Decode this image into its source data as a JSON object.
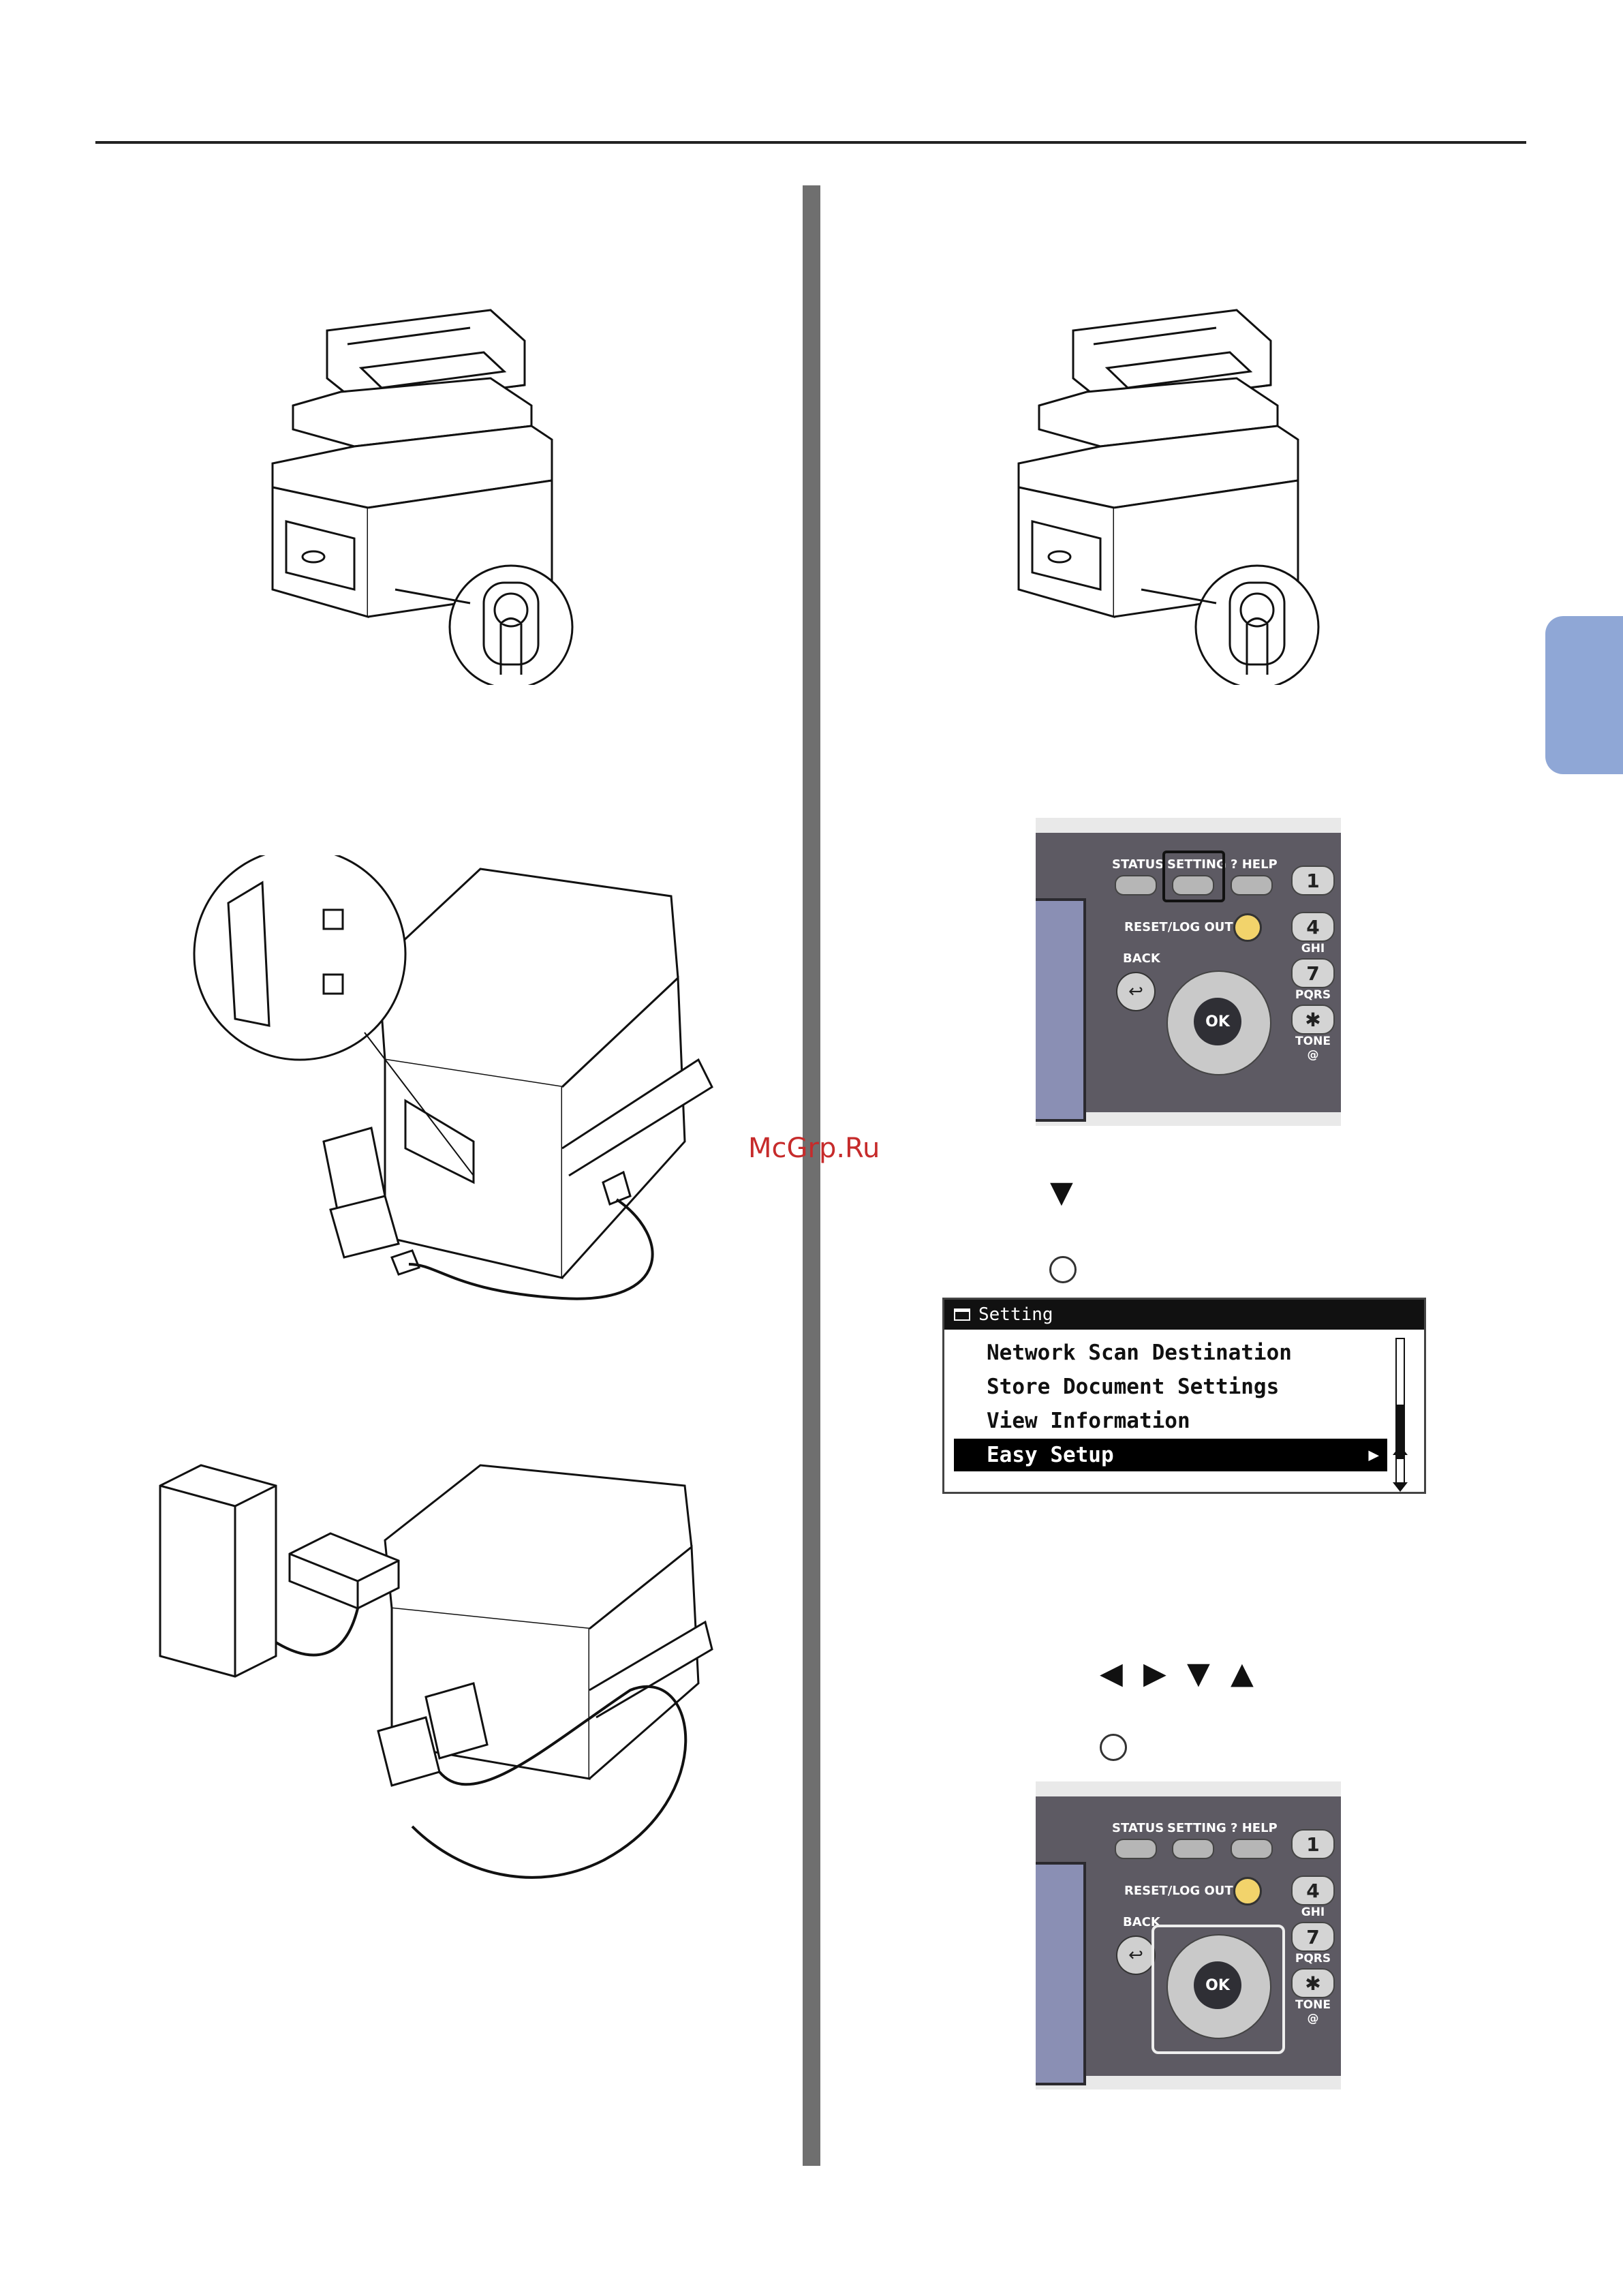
{
  "watermark": "McGrp.Ru",
  "icons": {
    "down_arrow": "▼",
    "left_arrow": "◀",
    "right_arrow": "▶",
    "up_arrow": "▲"
  },
  "lcd_menu": {
    "title": "Setting",
    "items": [
      {
        "label": "Network Scan Destination"
      },
      {
        "label": "Store Document Settings"
      },
      {
        "label": "View Information"
      },
      {
        "label": "Easy Setup"
      }
    ],
    "selected_arrow": "▶"
  },
  "control_panel": {
    "status": "STATUS",
    "setting": "SETTING",
    "help": "? HELP",
    "reset": "RESET/LOG OUT",
    "back": "BACK",
    "ok": "OK",
    "keys": [
      {
        "num": "1",
        "sub": ""
      },
      {
        "num": "4",
        "sub": "GHI"
      },
      {
        "num": "7",
        "sub": "PQRS"
      },
      {
        "num": "✱",
        "sub": "TONE @"
      }
    ]
  },
  "colors": {
    "side_tab": "#8fa7d6",
    "panel": "#5d5a63",
    "watermark": "#c62b2b"
  }
}
